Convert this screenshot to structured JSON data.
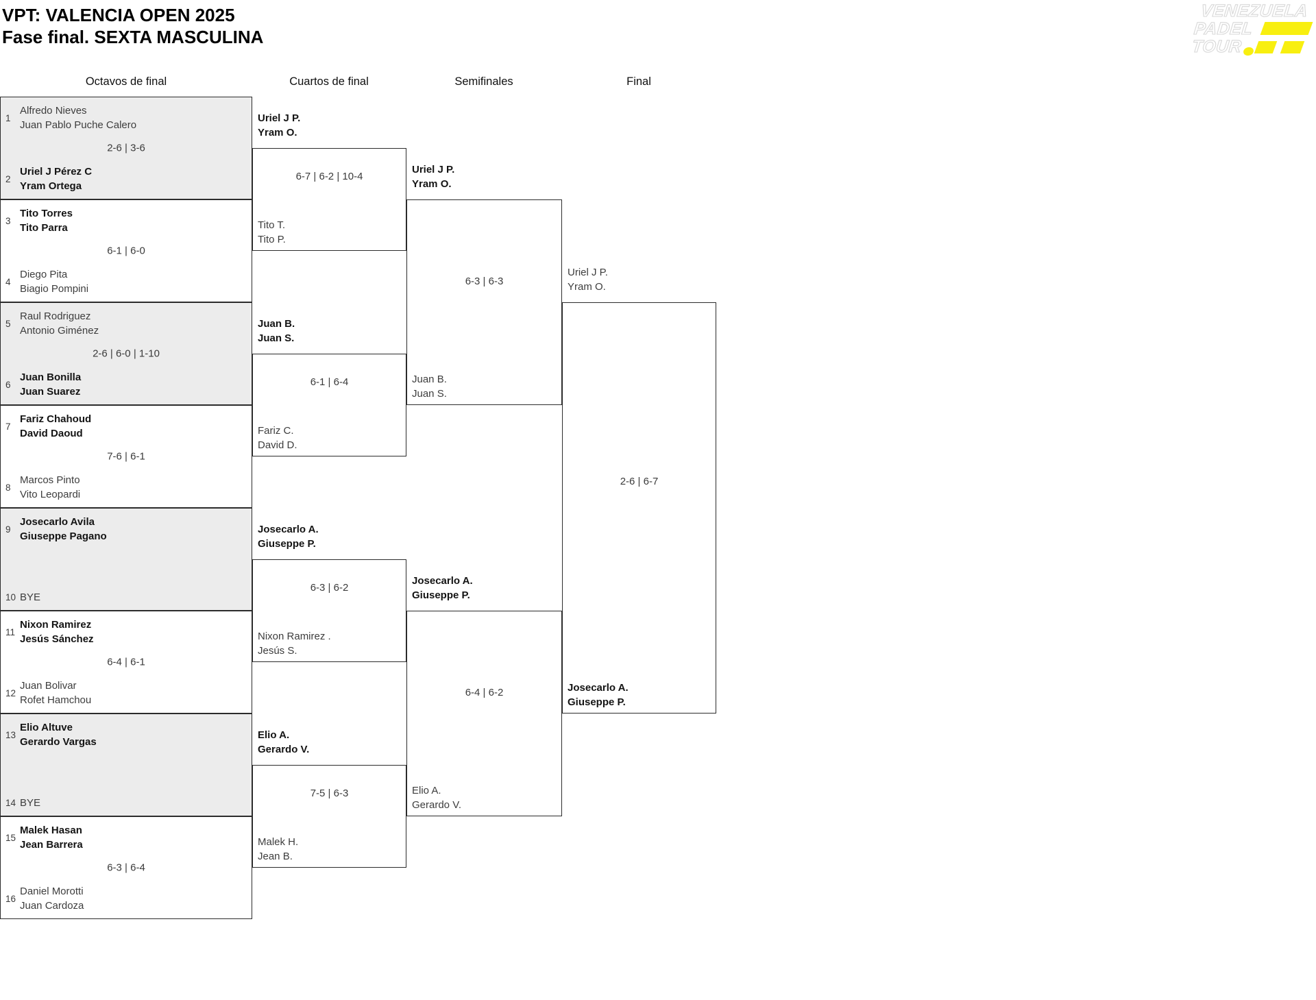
{
  "title": {
    "line1": "VPT: VALENCIA OPEN 2025",
    "line2": "Fase final. SEXTA MASCULINA"
  },
  "logo": {
    "line1": "VENEZUELA",
    "line2": "PADEL",
    "line3": "TOUR"
  },
  "colors": {
    "accent_yellow": "#f8ef10",
    "bracket_line": "#2b2b2b",
    "cell_shade": "#ececec"
  },
  "rounds": [
    "Octavos de final",
    "Cuartos de final",
    "Semifinales",
    "Final"
  ],
  "r16": [
    {
      "seed1": "1",
      "team1": [
        "Alfredo Nieves",
        "Juan Pablo Puche Calero"
      ],
      "seed2": "2",
      "team2": [
        "Uriel J Pérez C",
        "Yram Ortega"
      ],
      "winner": 2,
      "score": "2-6 | 3-6"
    },
    {
      "seed1": "3",
      "team1": [
        "Tito Torres",
        "Tito Parra"
      ],
      "seed2": "4",
      "team2": [
        "Diego Pita",
        "Biagio Pompini"
      ],
      "winner": 1,
      "score": "6-1 | 6-0"
    },
    {
      "seed1": "5",
      "team1": [
        "Raul Rodriguez",
        "Antonio Giménez"
      ],
      "seed2": "6",
      "team2": [
        "Juan Bonilla",
        "Juan Suarez"
      ],
      "winner": 2,
      "score": "2-6 | 6-0 | 1-10"
    },
    {
      "seed1": "7",
      "team1": [
        "Fariz Chahoud",
        "David Daoud"
      ],
      "seed2": "8",
      "team2": [
        "Marcos Pinto",
        "Vito Leopardi"
      ],
      "winner": 1,
      "score": "7-6 | 6-1"
    },
    {
      "seed1": "9",
      "team1": [
        "Josecarlo Avila",
        "Giuseppe Pagano"
      ],
      "seed2": "10",
      "team2": [
        "BYE"
      ],
      "winner": 1,
      "score": ""
    },
    {
      "seed1": "11",
      "team1": [
        "Nixon Ramirez",
        "Jesús Sánchez"
      ],
      "seed2": "12",
      "team2": [
        "Juan Bolivar",
        "Rofet Hamchou"
      ],
      "winner": 1,
      "score": "6-4 | 6-1"
    },
    {
      "seed1": "13",
      "team1": [
        "Elio Altuve",
        "Gerardo Vargas"
      ],
      "seed2": "14",
      "team2": [
        "BYE"
      ],
      "winner": 1,
      "score": ""
    },
    {
      "seed1": "15",
      "team1": [
        "Malek Hasan",
        "Jean Barrera"
      ],
      "seed2": "16",
      "team2": [
        "Daniel Morotti",
        "Juan Cardoza"
      ],
      "winner": 1,
      "score": "6-3 | 6-4"
    }
  ],
  "quarterfinals": [
    {
      "team1": [
        "Uriel J P.",
        "Yram O."
      ],
      "team2": [
        "Tito T.",
        "Tito P."
      ],
      "winner": 1,
      "score": "6-7 | 6-2 | 10-4"
    },
    {
      "team1": [
        "Juan B.",
        "Juan S."
      ],
      "team2": [
        "Fariz C.",
        "David D."
      ],
      "winner": 1,
      "score": "6-1 | 6-4"
    },
    {
      "team1": [
        "Josecarlo A.",
        "Giuseppe P."
      ],
      "team2": [
        "Nixon Ramirez .",
        "Jesús S."
      ],
      "winner": 1,
      "score": "6-3 | 6-2"
    },
    {
      "team1": [
        "Elio A.",
        "Gerardo V."
      ],
      "team2": [
        "Malek H.",
        "Jean B."
      ],
      "winner": 1,
      "score": "7-5 | 6-3"
    }
  ],
  "semifinals": [
    {
      "team1": [
        "Uriel J P.",
        "Yram O."
      ],
      "team2": [
        "Juan B.",
        "Juan S."
      ],
      "winner": 1,
      "score": "6-3 | 6-3"
    },
    {
      "team1": [
        "Josecarlo A.",
        "Giuseppe P."
      ],
      "team2": [
        "Elio A.",
        "Gerardo V."
      ],
      "winner": 1,
      "score": "6-4 | 6-2"
    }
  ],
  "final": {
    "team1": [
      "Uriel J P.",
      "Yram O."
    ],
    "team2": [
      "Josecarlo A.",
      "Giuseppe P."
    ],
    "winner": 2,
    "score": "2-6 | 6-7"
  }
}
